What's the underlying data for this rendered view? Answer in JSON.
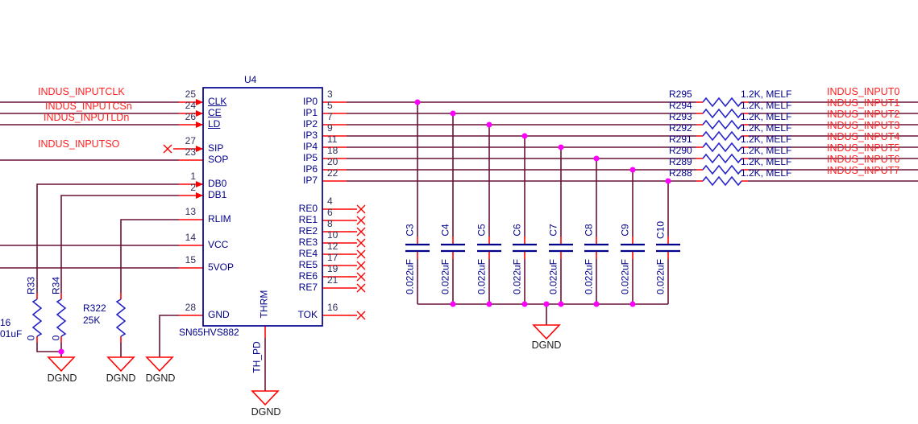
{
  "schematic": {
    "ic": {
      "ref": "U4",
      "part": "SN65HVS882",
      "left_pins": [
        {
          "number": "25",
          "name": "CLK"
        },
        {
          "number": "24",
          "name": "CE"
        },
        {
          "number": "26",
          "name": "LD"
        },
        {
          "number": "27",
          "name": "SIP"
        },
        {
          "number": "23",
          "name": "SOP"
        },
        {
          "number": "1",
          "name": "DB0"
        },
        {
          "number": "2",
          "name": "DB1"
        },
        {
          "number": "13",
          "name": "RLIM"
        },
        {
          "number": "14",
          "name": "VCC"
        },
        {
          "number": "15",
          "name": "5VOP"
        },
        {
          "number": "28",
          "name": "GND"
        }
      ],
      "ip_pins": [
        {
          "number": "3",
          "name": "IP0"
        },
        {
          "number": "5",
          "name": "IP1"
        },
        {
          "number": "7",
          "name": "IP2"
        },
        {
          "number": "9",
          "name": "IP3"
        },
        {
          "number": "11",
          "name": "IP4"
        },
        {
          "number": "18",
          "name": "IP5"
        },
        {
          "number": "20",
          "name": "IP6"
        },
        {
          "number": "22",
          "name": "IP7"
        }
      ],
      "re_pins": [
        {
          "number": "4",
          "name": "RE0"
        },
        {
          "number": "6",
          "name": "RE1"
        },
        {
          "number": "8",
          "name": "RE2"
        },
        {
          "number": "10",
          "name": "RE3"
        },
        {
          "number": "12",
          "name": "RE4"
        },
        {
          "number": "17",
          "name": "RE5"
        },
        {
          "number": "19",
          "name": "RE6"
        },
        {
          "number": "21",
          "name": "RE7"
        }
      ],
      "tok_pin": {
        "number": "16",
        "name": "TOK"
      },
      "bottom_pin": {
        "name": "THRM"
      }
    },
    "input_nets": {
      "clk": "INDUS_INPUTCLK",
      "csn": "INDUS_INPUTCSn",
      "ldn": "INDUS_INPUTLDn",
      "so": "INDUS_INPUTSO"
    },
    "output_rows": [
      {
        "ref": "R295",
        "value": "1.2K, MELF",
        "net": "INDUS_INPUT0"
      },
      {
        "ref": "R294",
        "value": "1.2K, MELF",
        "net": "INDUS_INPUT1"
      },
      {
        "ref": "R293",
        "value": "1.2K, MELF",
        "net": "INDUS_INPUT2"
      },
      {
        "ref": "R292",
        "value": "1.2K, MELF",
        "net": "INDUS_INPUT3"
      },
      {
        "ref": "R291",
        "value": "1.2K, MELF",
        "net": "INDUS_INPUT4"
      },
      {
        "ref": "R290",
        "value": "1.2K, MELF",
        "net": "INDUS_INPUT5"
      },
      {
        "ref": "R289",
        "value": "1.2K, MELF",
        "net": "INDUS_INPUT6"
      },
      {
        "ref": "R288",
        "value": "1.2K, MELF",
        "net": "INDUS_INPUT7"
      }
    ],
    "filter_caps": [
      {
        "ref": "C3",
        "value": "0.022uF"
      },
      {
        "ref": "C4",
        "value": "0.022uF"
      },
      {
        "ref": "C5",
        "value": "0.022uF"
      },
      {
        "ref": "C6",
        "value": "0.022uF"
      },
      {
        "ref": "C7",
        "value": "0.022uF"
      },
      {
        "ref": "C8",
        "value": "0.022uF"
      },
      {
        "ref": "C9",
        "value": "0.022uF"
      },
      {
        "ref": "C10",
        "value": "0.022uF"
      }
    ],
    "zero_ohm_resistors": [
      {
        "ref": "R33",
        "value": "0"
      },
      {
        "ref": "R34",
        "value": "0"
      }
    ],
    "rlim_resistor": {
      "ref": "R322",
      "value": "25K"
    },
    "thermal_net": "TH_PD",
    "ground_label": "DGND",
    "partial_left_labels": {
      "line1": "16",
      "line2": "01uF"
    }
  },
  "colors": {
    "wire": "#6B1238",
    "pin_red": "#FF0000",
    "ic_outline": "#00008B",
    "resistor_blue": "#2323C8",
    "junction_magenta": "#FF00FF",
    "net_label_red": "#FF1F1F",
    "ground_text": "#1B1B1B",
    "pin_number": "#2E2E5C"
  }
}
